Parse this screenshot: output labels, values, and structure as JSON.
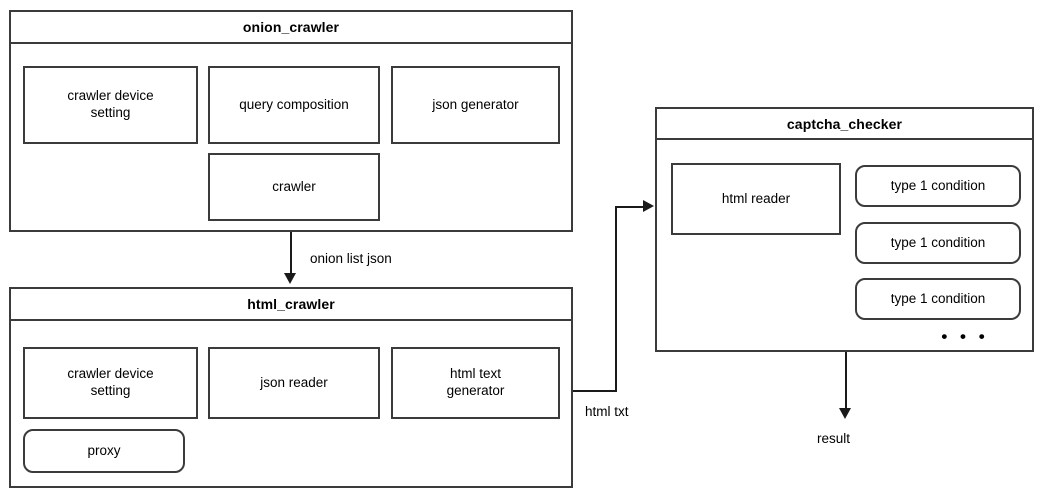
{
  "diagram": {
    "modules": [
      {
        "id": "onion_crawler",
        "title": "onion_crawler",
        "nodes": [
          {
            "label": "crawler device\nsetting",
            "shape": "rect"
          },
          {
            "label": "query composition",
            "shape": "rect"
          },
          {
            "label": "json generator",
            "shape": "rect"
          },
          {
            "label": "crawler",
            "shape": "rect"
          }
        ]
      },
      {
        "id": "html_crawler",
        "title": "html_crawler",
        "nodes": [
          {
            "label": "crawler device\nsetting",
            "shape": "rect"
          },
          {
            "label": "json reader",
            "shape": "rect"
          },
          {
            "label": "html text\ngenerator",
            "shape": "rect"
          },
          {
            "label": "proxy",
            "shape": "rounded"
          }
        ]
      },
      {
        "id": "captcha_checker",
        "title": "captcha_checker",
        "nodes": [
          {
            "label": "html reader",
            "shape": "rect"
          },
          {
            "label": "type 1 condition",
            "shape": "rounded"
          },
          {
            "label": "type 1 condition",
            "shape": "rounded"
          },
          {
            "label": "type 1 condition",
            "shape": "rounded"
          }
        ],
        "ellipsis": "• • •"
      }
    ],
    "edges": [
      {
        "id": "onion-to-html",
        "label": "onion list json"
      },
      {
        "id": "html-to-captcha",
        "label": "html txt"
      },
      {
        "id": "captcha-to-result",
        "label": "result"
      }
    ],
    "colors": {
      "stroke": "#3b3b3b",
      "connector": "#1a1a1a",
      "background": "#ffffff"
    }
  }
}
